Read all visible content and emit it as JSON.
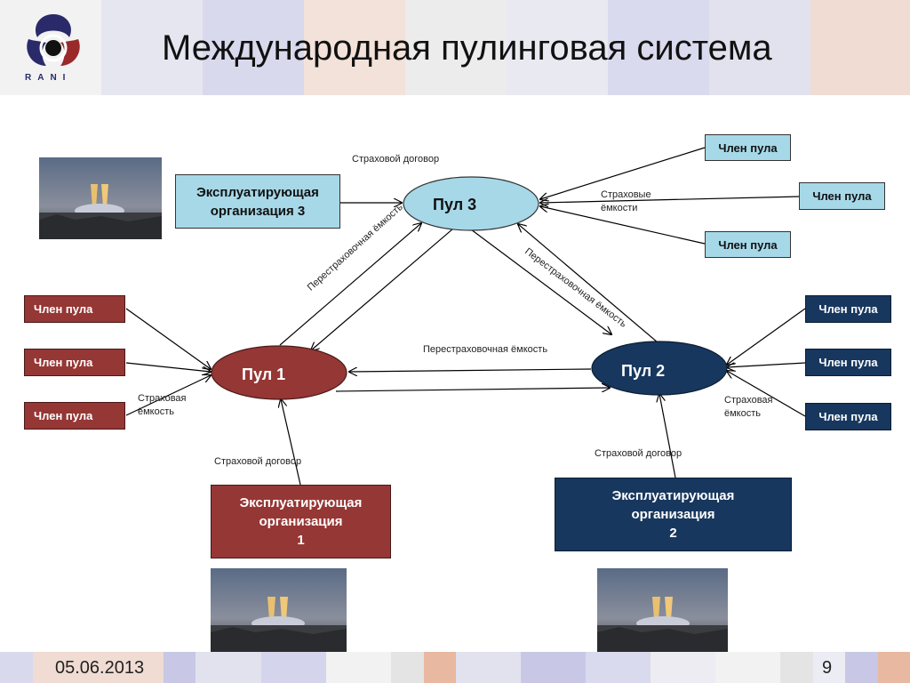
{
  "header": {
    "title": "Международная пулинговая система",
    "logo_text": "RANI"
  },
  "pools": {
    "pool1": "Пул 1",
    "pool2": "Пул 2",
    "pool3": "Пул 3"
  },
  "members": {
    "left": [
      "Член пула",
      "Член пула",
      "Член пула"
    ],
    "right": [
      "Член пула",
      "Член пула",
      "Член пула"
    ],
    "top": [
      "Член пула",
      "Член пула",
      "Член пула"
    ]
  },
  "orgs": {
    "org3": "Эксплуатирующая\nорганизация 3",
    "org1": "Эксплуатирующая\nорганизация\n1",
    "org2": "Эксплуатирующая\nорганизация\n2"
  },
  "labels": {
    "contract_top": "Страховой договор",
    "capacities_top": "Страховые\nёмкости",
    "reins_left": "Перестраховочная ёмкость",
    "reins_right": "Перестраховочная ёмкость",
    "reins_middle": "Перестраховочная ёмкость",
    "capacity_left": "Страховая\nёмкость",
    "capacity_right": "Страховая\nёмкость",
    "contract_left": "Страховой договор",
    "contract_right": "Страховой  договор"
  },
  "footer": {
    "date": "05.06.2013",
    "page": "9"
  },
  "colors": {
    "red": "#953735",
    "navy": "#17375e",
    "light_blue": "#a6d8e8"
  }
}
